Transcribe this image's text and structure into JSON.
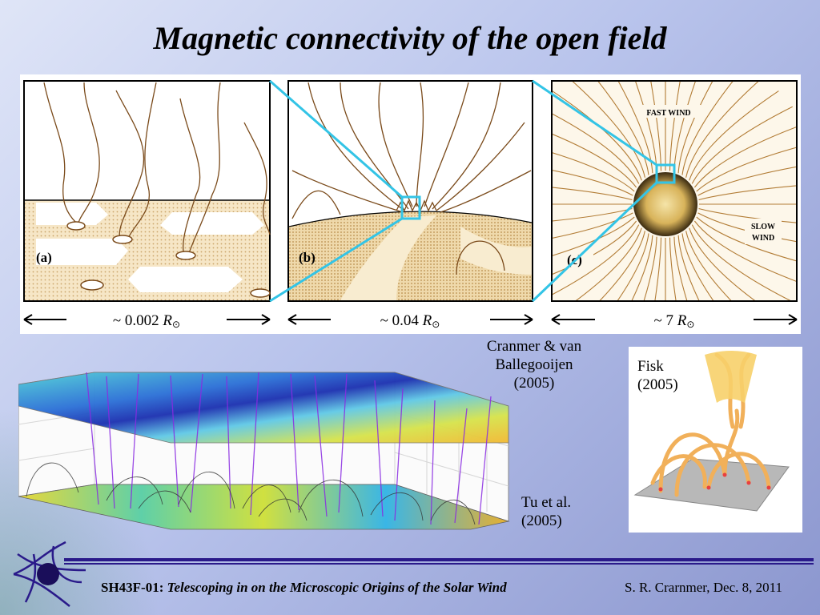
{
  "title": "Magnetic connectivity of the open field",
  "panels": {
    "a": {
      "label": "(a)",
      "scale_prefix": "~ 0.002 ",
      "unit": "R",
      "sub": "⊙"
    },
    "b": {
      "label": "(b)",
      "scale_prefix": "~ 0.04 ",
      "unit": "R",
      "sub": "⊙"
    },
    "c": {
      "label": "(c)",
      "scale_prefix": "~ 7 ",
      "unit": "R",
      "sub": "⊙",
      "fast_wind": "FAST WIND",
      "slow_wind_1": "SLOW",
      "slow_wind_2": "WIND"
    }
  },
  "captions": {
    "cranmer_1": "Cranmer & van",
    "cranmer_2": "Ballegooijen (2005)",
    "fisk_1": "Fisk",
    "fisk_2": "(2005)",
    "tu_1": "Tu et al.",
    "tu_2": "(2005)"
  },
  "footer": {
    "code": "SH43F-01:",
    "talk": "Telescoping in on the Microscopic Origins of the Solar Wind",
    "author": "S. R. Crarnmer, Dec. 8, 2011"
  },
  "colors": {
    "accent_cyan": "#33c4e6",
    "footer_rule": "#2a1a8a",
    "line_brown": "#7a4a1a"
  }
}
